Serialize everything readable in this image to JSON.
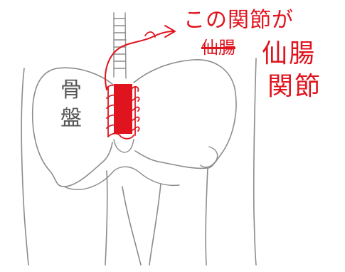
{
  "labels": {
    "pelvis": [
      "骨",
      "盤"
    ],
    "note_line1": "この関節が",
    "note_struck": "仙腸",
    "note_line2": "仙腸",
    "note_line3": "関節"
  },
  "colors": {
    "pencil": "#8c8c8c",
    "red_pen": "#e0141e",
    "background": "#ffffff"
  }
}
